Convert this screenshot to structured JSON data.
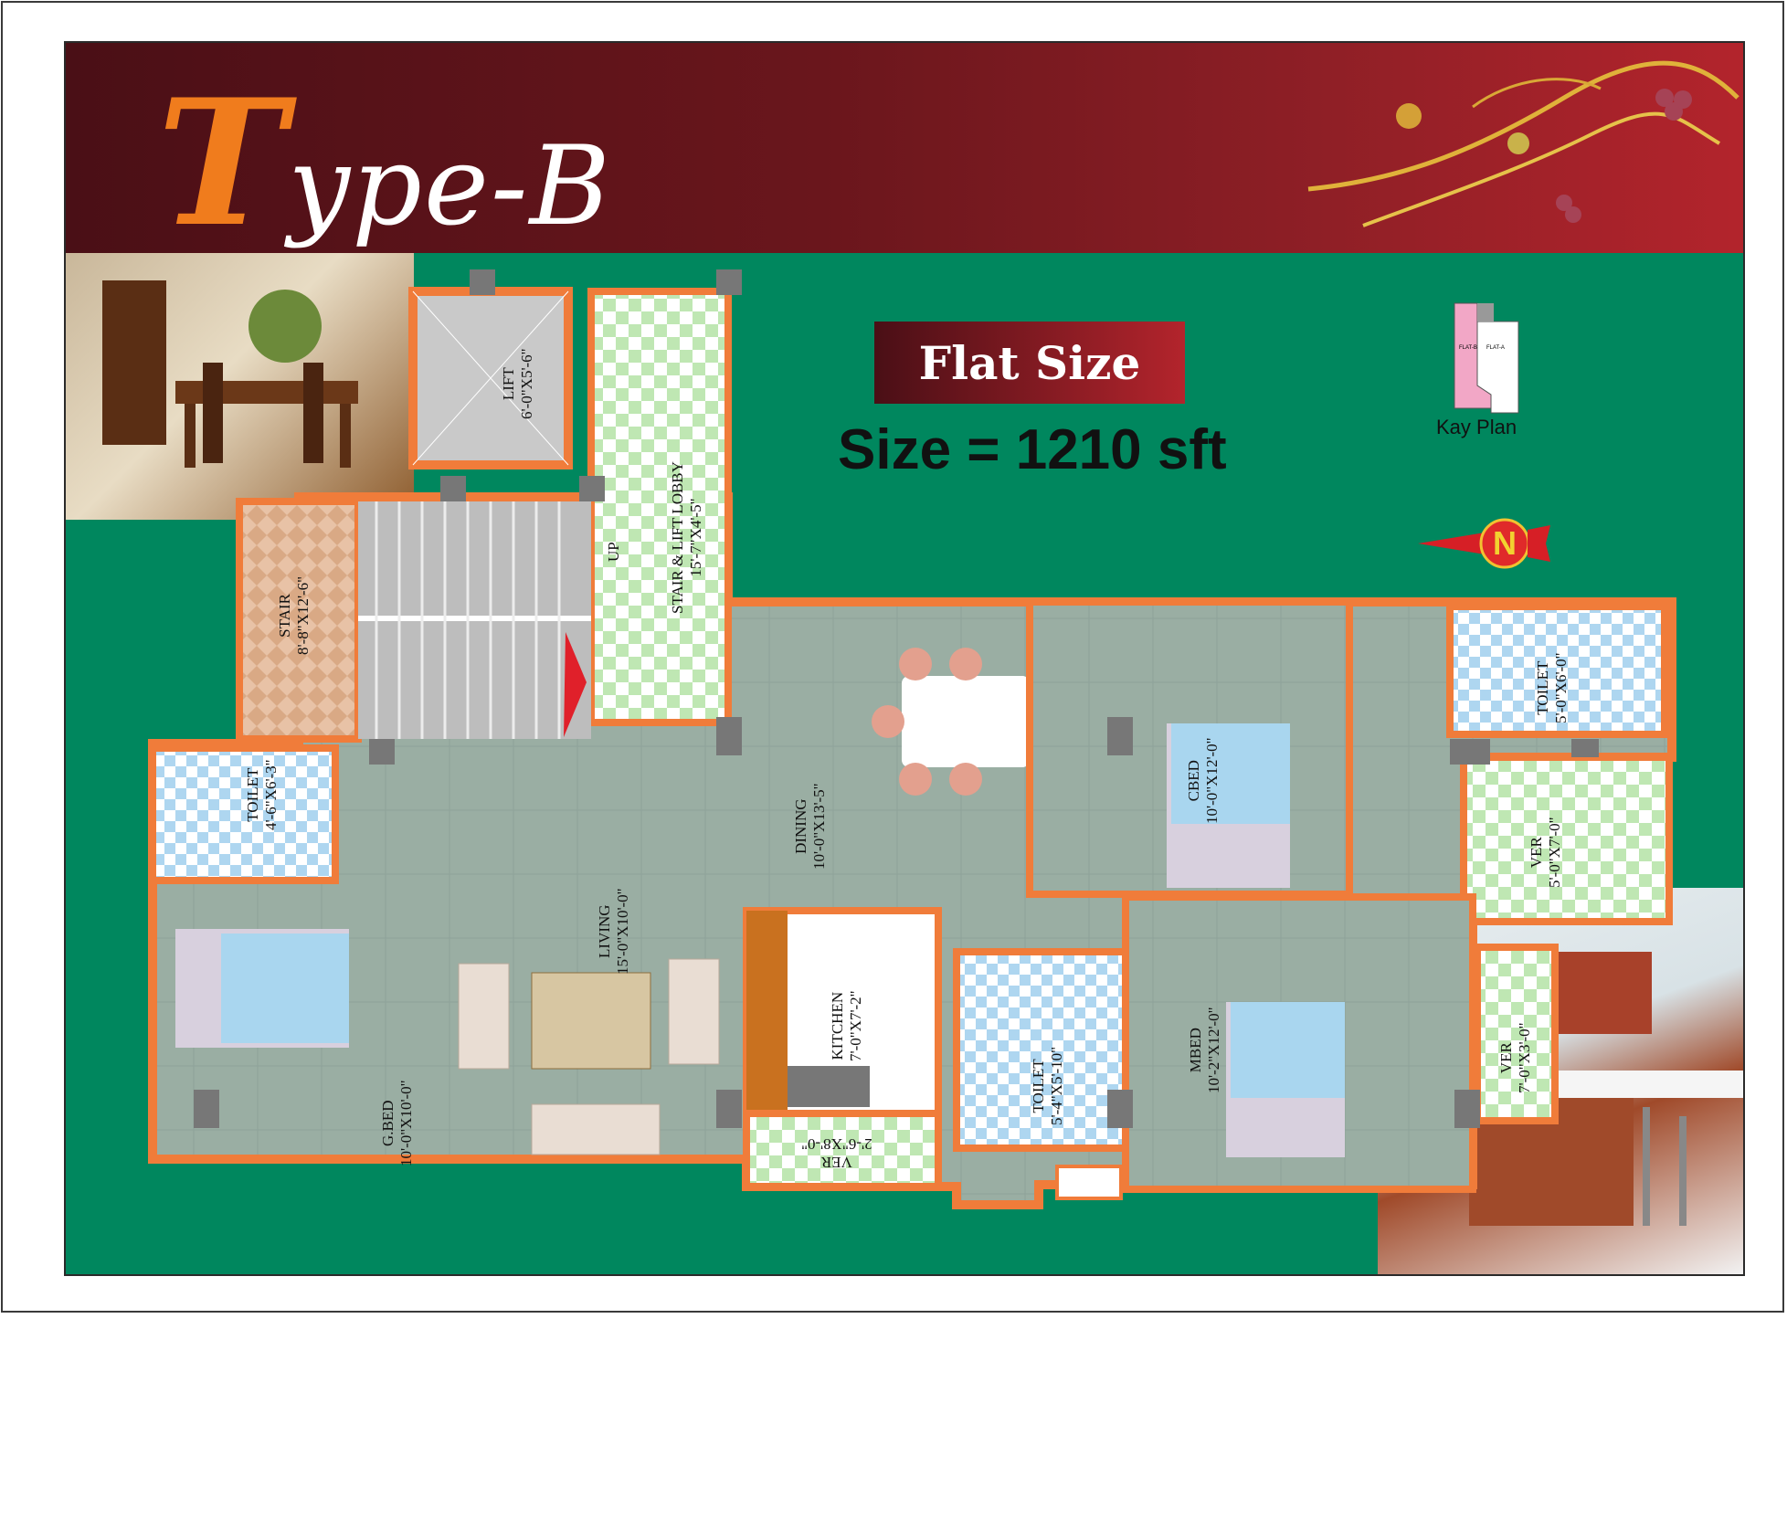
{
  "title": {
    "cap": "T",
    "rest": "ype-B"
  },
  "flat_size": {
    "label": "Flat Size",
    "value": "Size = 1210 sft"
  },
  "key_plan": {
    "label": "Kay Plan",
    "flat_b": "FLAT-B",
    "flat_a": "FLAT-A"
  },
  "compass": {
    "letter": "N"
  },
  "rooms": {
    "lift": {
      "name": "LIFT",
      "dim": "6'-0\"X5'-6\""
    },
    "lobby": {
      "name": "STAIR & LIFT LOBBY",
      "dim": "15'-7\"X4'-5\""
    },
    "stair": {
      "name": "STAIR",
      "dim": "8'-8\"X12'-6\""
    },
    "up": "UP",
    "toilet1": {
      "name": "TOILET",
      "dim": "4'-6\"X6'-3\""
    },
    "living": {
      "name": "LIVING",
      "dim": "15'-0\"X10'-0\""
    },
    "dining": {
      "name": "DINING",
      "dim": "10'-0\"X13'-5\""
    },
    "cbed": {
      "name": "CBED",
      "dim": "10'-0\"X12'-0\""
    },
    "toilet2": {
      "name": "TOILET",
      "dim": "5'-0\"X6'-0\""
    },
    "ver1": {
      "name": "VER",
      "dim": "5'-0\"X7'-0\""
    },
    "gbed": {
      "name": "G.BED",
      "dim": "10'-0\"X10'-0\""
    },
    "kitchen": {
      "name": "KITCHEN",
      "dim": "7'-0\"X7'-2\""
    },
    "ver2": {
      "name": "VER",
      "dim": "2'-6\"X8'-0\""
    },
    "toilet3": {
      "name": "TOILET",
      "dim": "5'-4\"X5'-10\""
    },
    "mbed": {
      "name": "MBED",
      "dim": "10'-2\"X12'-0\""
    },
    "ver3": {
      "name": "VER",
      "dim": "7'-0\"X3'-0\""
    }
  },
  "colors": {
    "banner_dark": "#4a0f16",
    "banner_light": "#b3242c",
    "background": "#00875e",
    "wall": "#f07c3a",
    "floor": "#9aaea3",
    "accent_orange": "#f07c1d"
  }
}
